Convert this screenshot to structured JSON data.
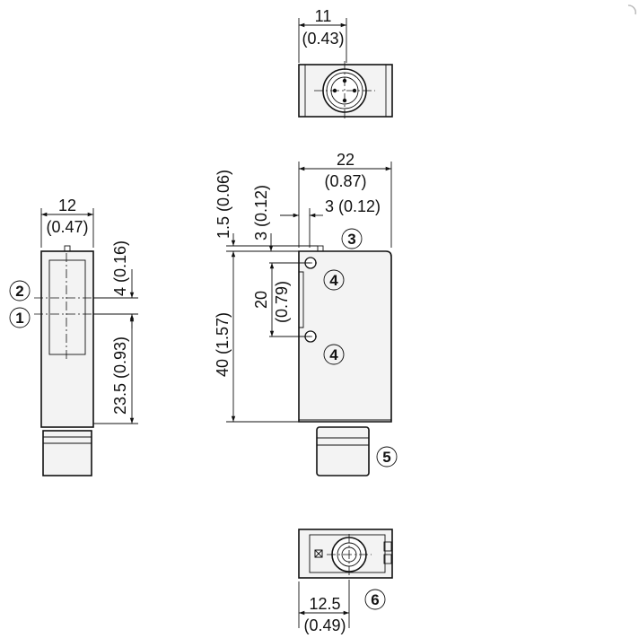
{
  "top_view": {
    "width_mm": "11",
    "width_in": "(0.43)"
  },
  "front_view": {
    "width_mm": "22",
    "width_in": "(0.87)",
    "offset_mm_in": "3 (0.12)",
    "top_gap_mm_in": "1.5 (0.06)",
    "top_gap2_mm_in": "3 (0.12)",
    "hole_spacing_mm": "20",
    "hole_spacing_in": "(0.79)",
    "height_mm_in": "40 (1.57)"
  },
  "side_view": {
    "width_mm": "12",
    "width_in": "(0.47)",
    "offset_mm_in": "4 (0.16)",
    "axis_height_mm_in": "23.5 (0.93)"
  },
  "bottom_view": {
    "offset_mm": "12.5",
    "offset_in": "(0.49)"
  },
  "callouts": {
    "c1": "1",
    "c2": "2",
    "c3": "3",
    "c4a": "4",
    "c4b": "4",
    "c5": "5",
    "c6": "6"
  }
}
